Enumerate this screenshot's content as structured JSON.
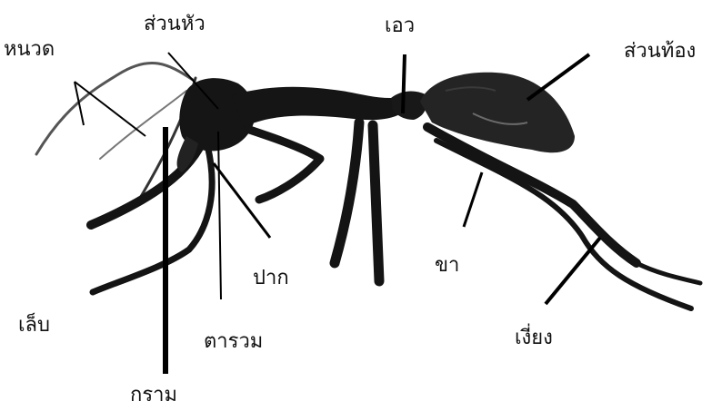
{
  "colors": {
    "ant_body": "#111111",
    "ant_abdomen": "#242424",
    "leader_line": "#000000",
    "background": "#ffffff"
  },
  "labels": {
    "antenna": "หนวด",
    "head": "ส่วนหัว",
    "waist": "เอว",
    "abdomen": "ส่วนท้อง",
    "claw": "เล็บ",
    "mandible": "กราม",
    "compound_eye": "ตารวม",
    "mouth": "ปาก",
    "leg": "ขา",
    "spur": "เงี่ยง"
  }
}
